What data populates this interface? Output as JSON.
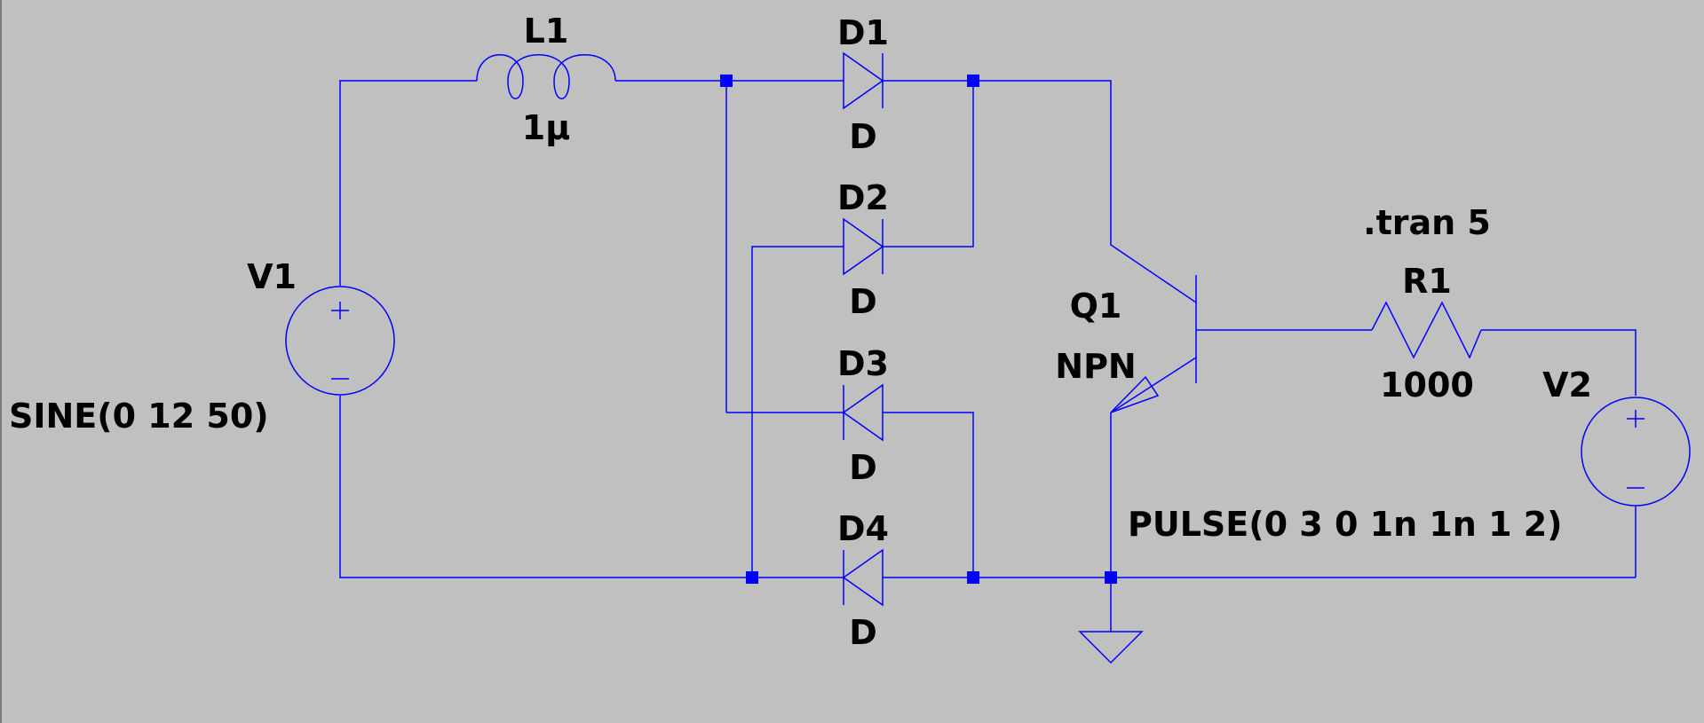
{
  "components": {
    "L1": {
      "name": "L1",
      "value": "1µ"
    },
    "D1": {
      "name": "D1",
      "model": "D"
    },
    "D2": {
      "name": "D2",
      "model": "D"
    },
    "D3": {
      "name": "D3",
      "model": "D"
    },
    "D4": {
      "name": "D4",
      "model": "D"
    },
    "V1": {
      "name": "V1",
      "value": "SINE(0 12 50)"
    },
    "Q1": {
      "name": "Q1",
      "model": "NPN"
    },
    "R1": {
      "name": "R1",
      "value": "1000"
    },
    "V2": {
      "name": "V2",
      "value": "PULSE(0 3 0 1n 1n 1 2)"
    }
  },
  "directive": ".tran 5",
  "colors": {
    "background": "#c0c0c0",
    "wire": "#0000ff",
    "text": "#000000"
  }
}
